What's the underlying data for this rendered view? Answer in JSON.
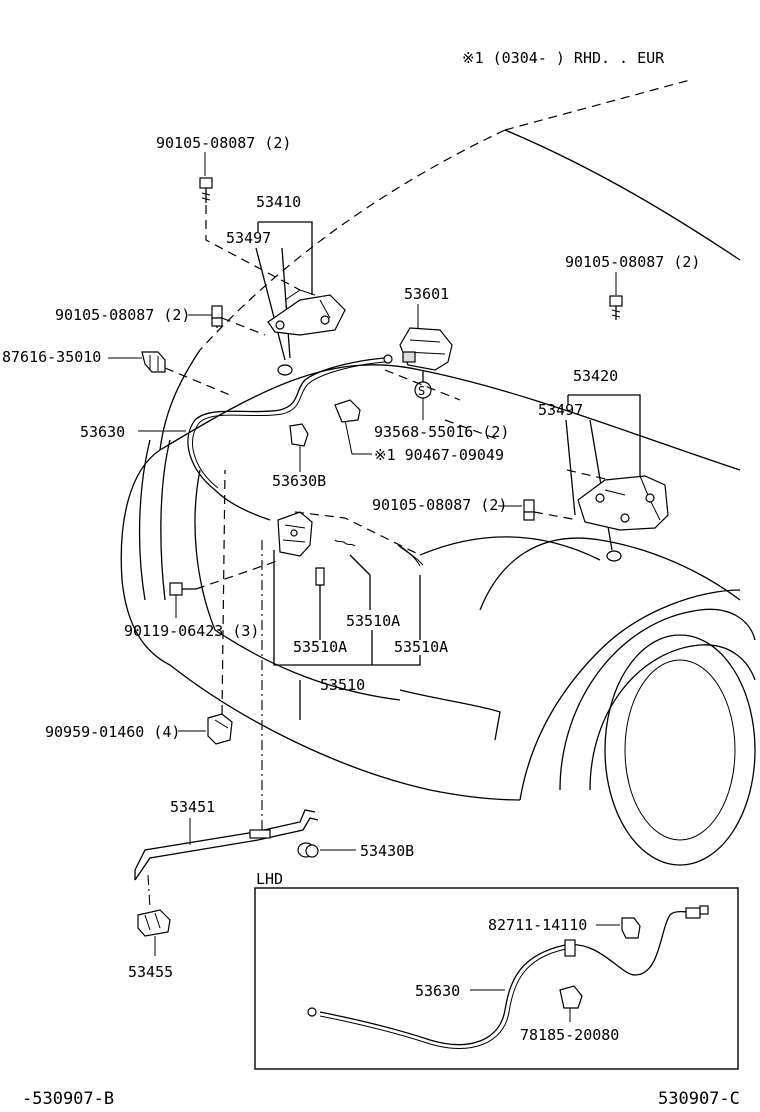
{
  "header_note": "※1 (0304-      ) RHD. . EUR",
  "labels": {
    "bolt_top": "90105-08087 (2)",
    "p53410": "53410",
    "p53497_left": "53497",
    "bolt_left": "90105-08087 (2)",
    "clip_87616": "87616-35010",
    "p53601": "53601",
    "bolt_right_top": "90105-08087 (2)",
    "p53420": "53420",
    "p53497_right": "53497",
    "p53630": "53630",
    "p93568": "93568-55016 (2)",
    "p90467": "※1 90467-09049",
    "p53630B": "53630B",
    "bolt_right_mid": "90105-08087 (2)",
    "p90119": "90119-06423 (3)",
    "p53510A_right": "53510A",
    "p53510A_center": "53510A",
    "p53510A_far": "53510A",
    "p53510": "53510",
    "p90959": "90959-01460 (4)",
    "p53451": "53451",
    "p53430B": "53430B",
    "p53455": "53455",
    "lhd_title": "LHD",
    "lhd_82711": "82711-14110",
    "lhd_53630": "53630",
    "lhd_78185": "78185-20080",
    "s_mark": "S"
  },
  "footer": {
    "left": "-530907-B",
    "right": "530907-C"
  }
}
